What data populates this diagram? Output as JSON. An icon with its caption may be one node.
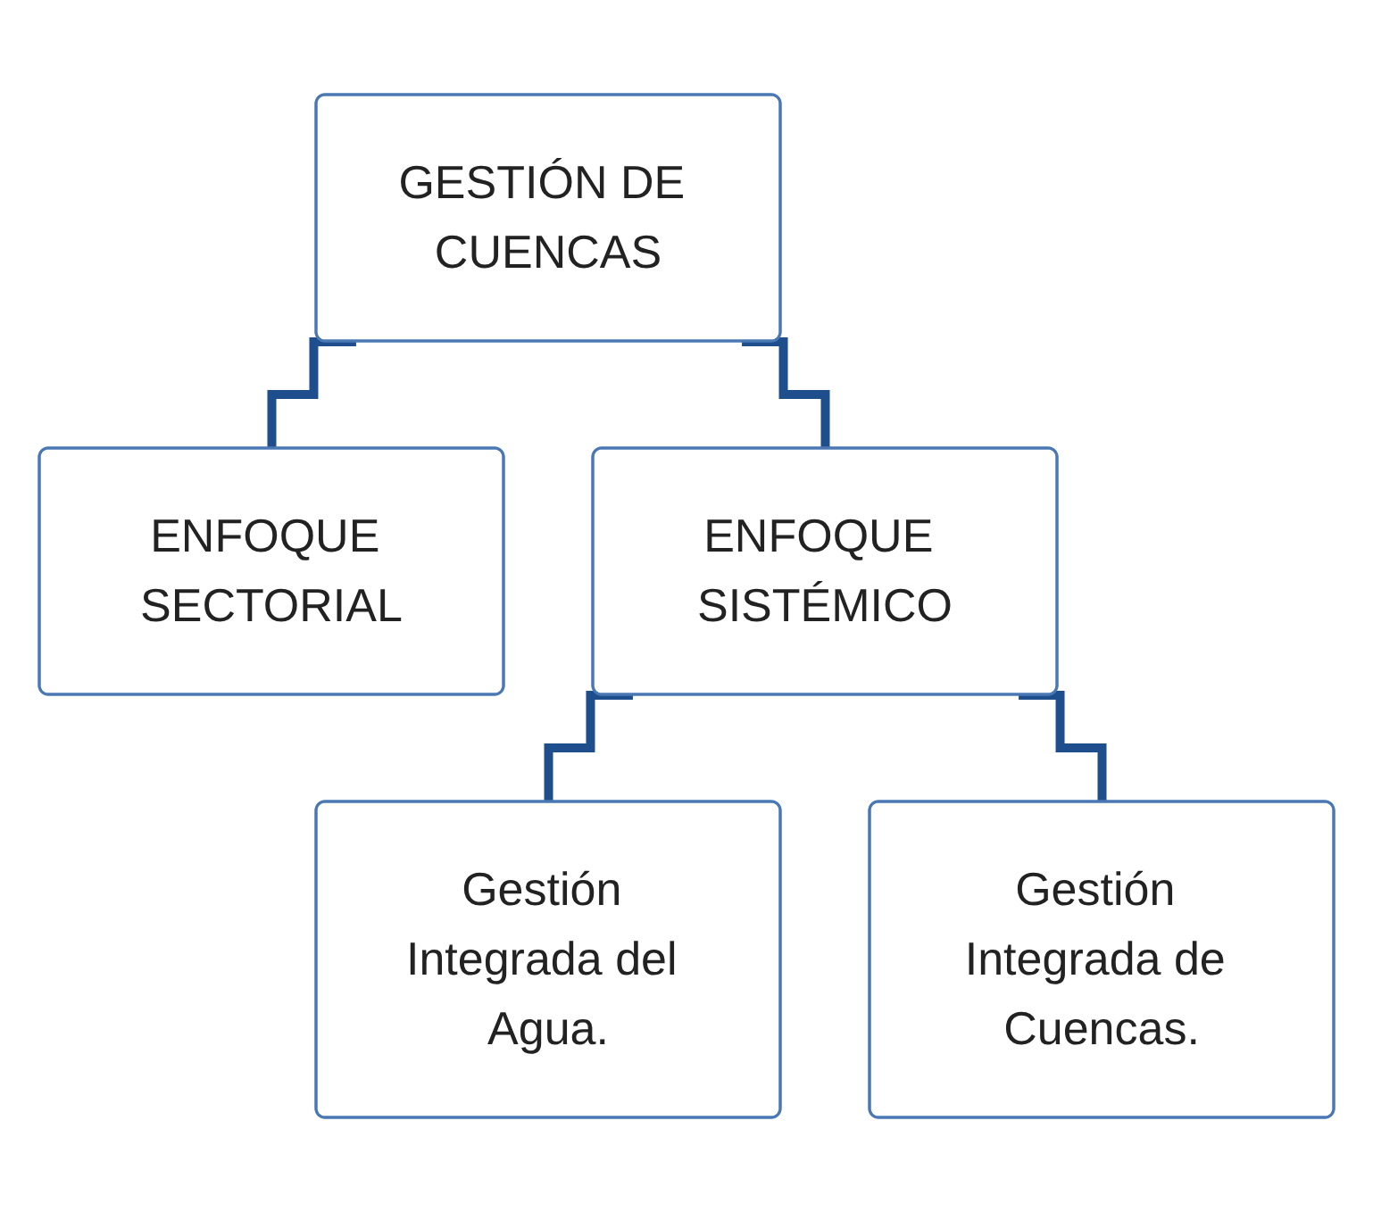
{
  "diagram": {
    "nodes": [
      {
        "text": [
          "GESTIÓN DE CUENCAS"
        ]
      },
      {
        "text": [
          "ENFOQUE SECTORIAL"
        ]
      },
      {
        "text": [
          "ENFOQUE SISTÉMICO"
        ]
      },
      {
        "text": [
          "Gestión Integrada del Agua."
        ]
      },
      {
        "text": [
          "Gestión Integrada de Cuencas."
        ]
      }
    ],
    "edges": [
      {
        "from": 0,
        "to": 1,
        "arrow": "none"
      },
      {
        "from": 0,
        "to": 2,
        "arrow": "none"
      },
      {
        "from": 2,
        "to": 3,
        "arrow": "none"
      },
      {
        "from": 2,
        "to": 4,
        "arrow": "none"
      }
    ]
  }
}
